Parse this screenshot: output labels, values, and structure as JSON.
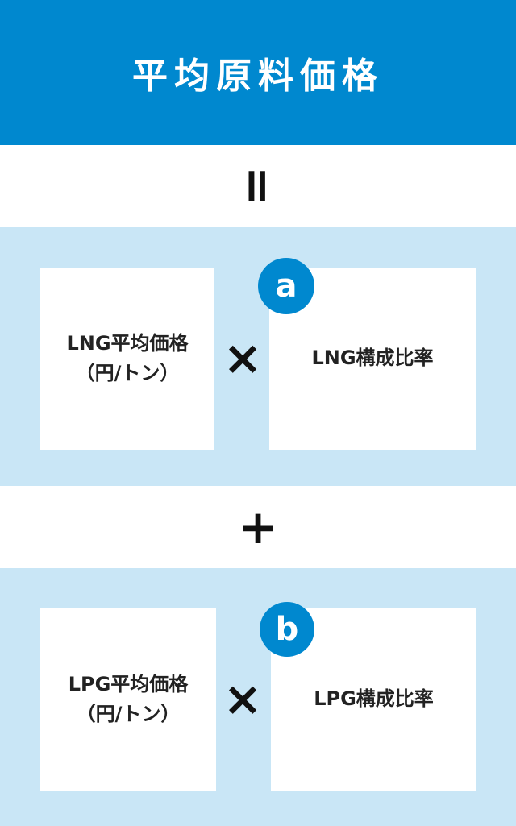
{
  "header": {
    "title": "平均原料価格"
  },
  "operators": {
    "equals": "=",
    "plus": "+",
    "times": "×"
  },
  "groups": [
    {
      "badge": "a",
      "left_line1": "LNG平均価格",
      "left_line2": "（円/トン）",
      "right_label": "LNG構成比率"
    },
    {
      "badge": "b",
      "left_line1": "LPG平均価格",
      "left_line2": "（円/トン）",
      "right_label": "LPG構成比率"
    }
  ],
  "colors": {
    "brand_blue": "#0088cf",
    "band_light_blue": "#c9e6f6"
  }
}
